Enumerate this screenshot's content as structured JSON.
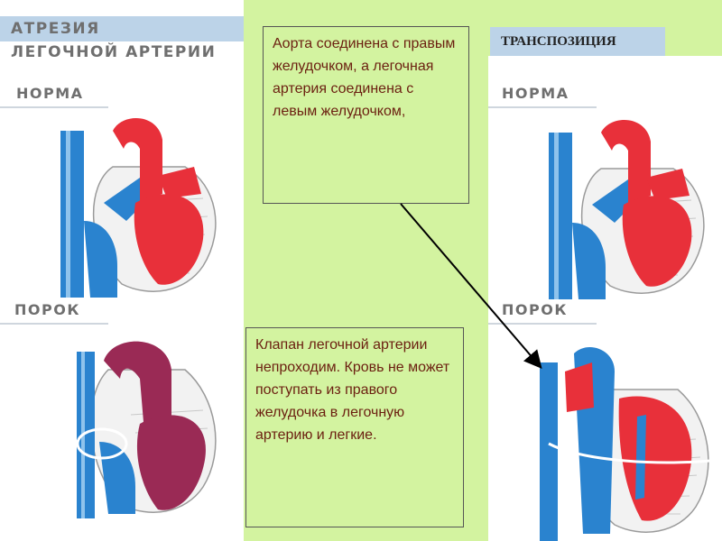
{
  "left_panel": {
    "title_line1": "АТРЕЗИЯ",
    "title_line2": "ЛЕГОЧНОЙ АРТЕРИИ",
    "norm_label": "НОРМА",
    "defect_label": "ПОРОК"
  },
  "right_panel": {
    "title": "ТРАНСПОЗИЦИЯ",
    "norm_label": "НОРМА",
    "defect_label": "ПОРОК"
  },
  "notes": {
    "top": "Аорта соединена с правым желудочком, а легочная артерия соединена с левым желудочком,",
    "bottom": "Клапан легочной артерии непроходим. Кровь не может поступать из правого желудочка в легочную артерию и легкие."
  },
  "colors": {
    "background": "#d3f3a0",
    "header_bar": "#bcd3e8",
    "oxygenated_red": "#e8303a",
    "deoxygenated_blue": "#2a83cf",
    "mixed_purple": "#9a2a55",
    "note_text": "#6b1f10",
    "arrow": "#000000"
  }
}
